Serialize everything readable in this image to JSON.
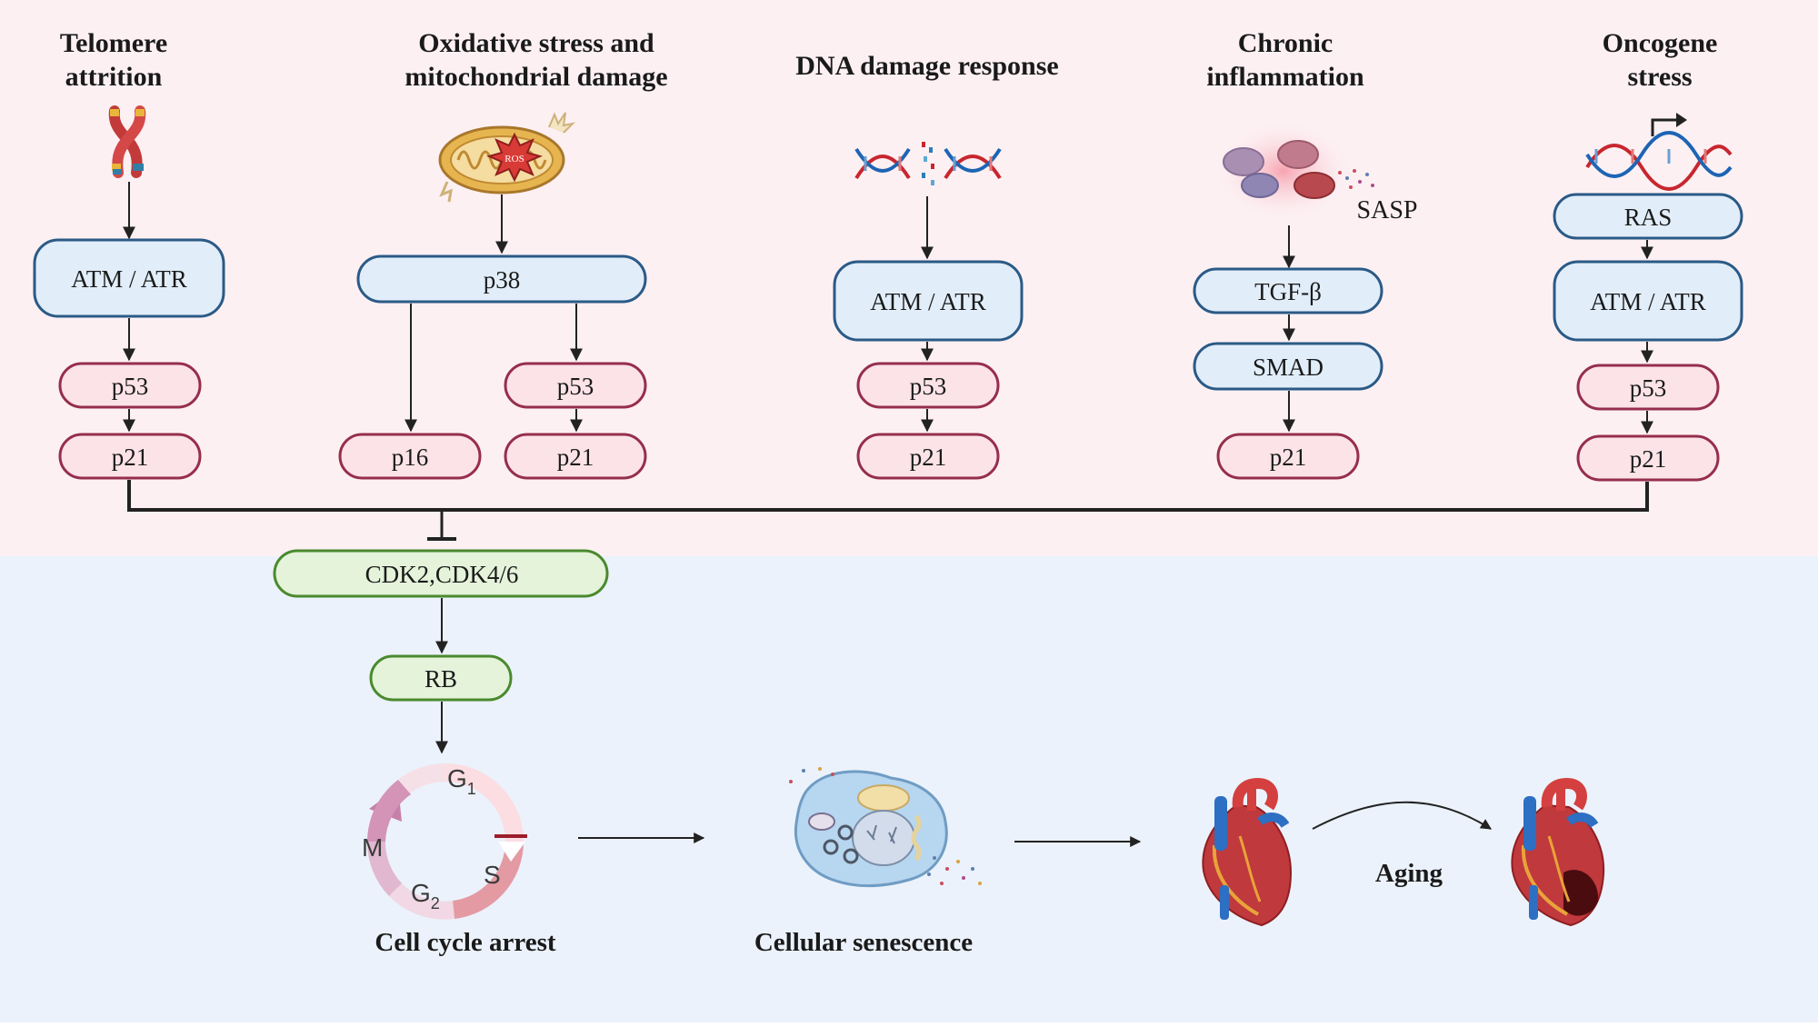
{
  "colors": {
    "top_panel_bg": "#fcf0f3",
    "bottom_panel_bg": "#ebf2fb",
    "blue_fill": "#e1edf9",
    "blue_stroke": "#2b5a86",
    "pink_fill": "#fbe3e8",
    "pink_stroke": "#962e4e",
    "green_fill": "#e4f3da",
    "green_stroke": "#4a8a2e",
    "line": "#222222"
  },
  "columns": {
    "telomere": {
      "title_line1": "Telomere",
      "title_line2": "attrition",
      "icon": "chromosome-icon",
      "atm_atr": "ATM / ATR",
      "p53": "p53",
      "p21": "p21"
    },
    "oxidative": {
      "title_line1": "Oxidative stress and",
      "title_line2": "mitochondrial damage",
      "icon": "mitochondria-ros-icon",
      "ros": "ROS",
      "p38": "p38",
      "p16": "p16",
      "p53": "p53",
      "p21": "p21"
    },
    "dna": {
      "title": "DNA damage response",
      "icon": "broken-dna-icon",
      "atm_atr": "ATM / ATR",
      "p53": "p53",
      "p21": "p21"
    },
    "inflammation": {
      "title_line1": "Chronic",
      "title_line2": "inflammation",
      "icon": "inflamed-cells-icon",
      "sasp": "SASP",
      "tgf": "TGF-β",
      "smad": "SMAD",
      "p21": "p21"
    },
    "oncogene": {
      "title_line1": "Oncogene",
      "title_line2": "stress",
      "icon": "dna-transcription-icon",
      "ras": "RAS",
      "atm_atr": "ATM / ATR",
      "p53": "p53",
      "p21": "p21"
    }
  },
  "cdk": "CDK2,CDK4/6",
  "rb": "RB",
  "cell_cycle": {
    "g1": "G",
    "g1_sub": "1",
    "s": "S",
    "g2": "G",
    "g2_sub": "2",
    "m": "M",
    "label": "Cell cycle arrest"
  },
  "senescence": {
    "icon": "senescent-cell-icon",
    "label": "Cellular senescence"
  },
  "hearts": {
    "icon_healthy": "healthy-heart-icon",
    "icon_aged": "aged-heart-icon",
    "aging": "Aging"
  }
}
